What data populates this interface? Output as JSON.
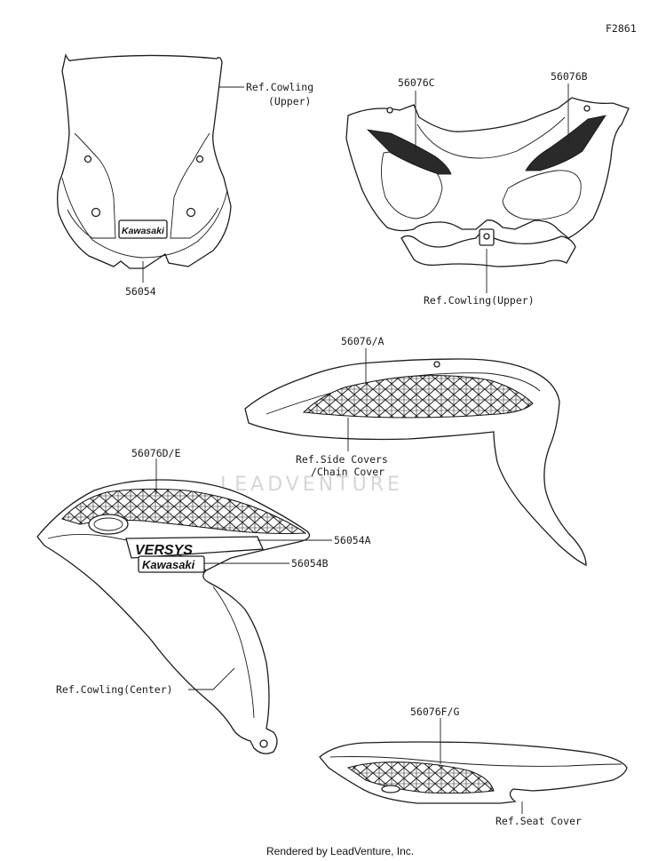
{
  "diagram_id": "F2861",
  "parts": {
    "p56054": "56054",
    "p56076C": "56076C",
    "p56076B": "56076B",
    "p56076A": "56076/A",
    "p56076DE": "56076D/E",
    "p56054A": "56054A",
    "p56054B": "56054B",
    "p56076FG": "56076F/G"
  },
  "refs": {
    "cowling_upper_1": "Ref.Cowling",
    "cowling_upper_2": "(Upper)",
    "cowling_upper_full": "Ref.Cowling(Upper)",
    "side_covers_1": "Ref.Side Covers",
    "side_covers_2": "/Chain Cover",
    "cowling_center": "Ref.Cowling(Center)",
    "seat_cover": "Ref.Seat Cover"
  },
  "decals": {
    "kawasaki_small": "Kawasaki",
    "versys": "VERSYS",
    "kawasaki_large": "Kawasaki"
  },
  "watermark": "LEADVENTURE",
  "footer": "Rendered by LeadVenture, Inc."
}
